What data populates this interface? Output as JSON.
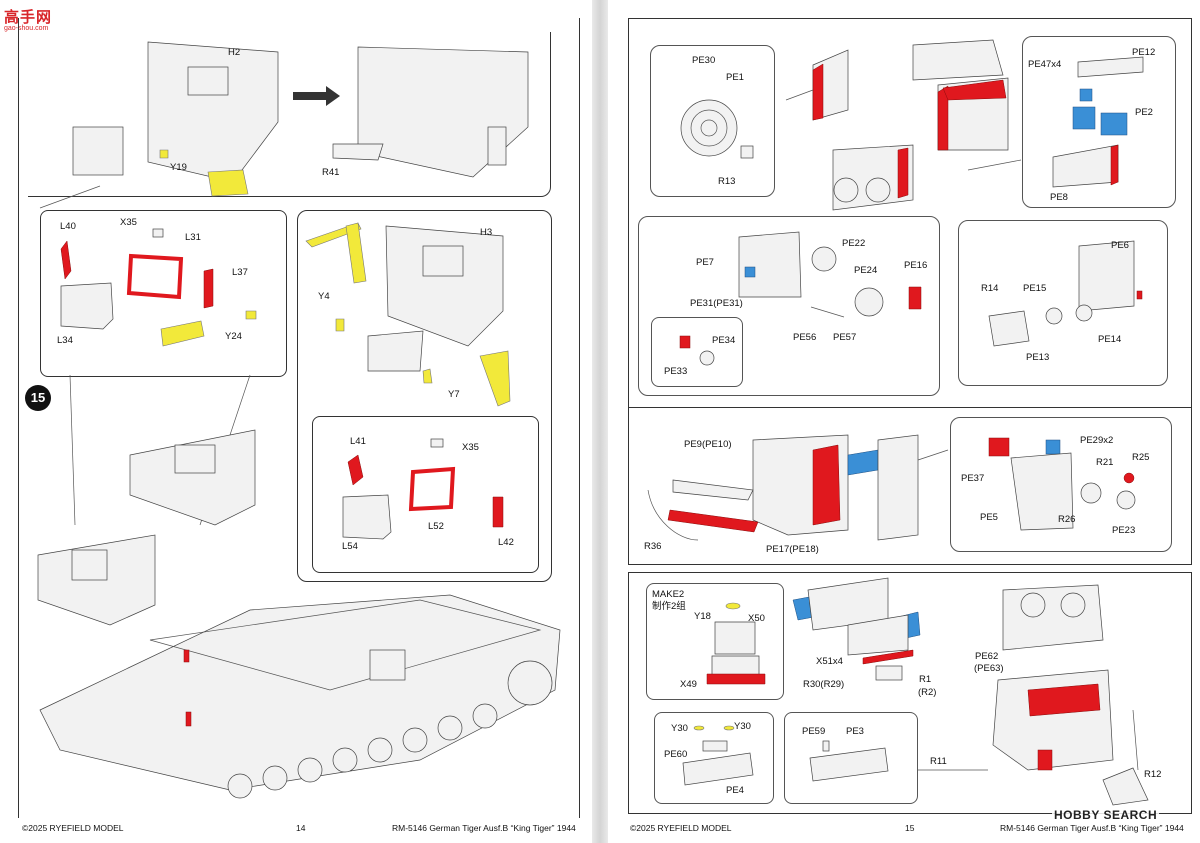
{
  "watermark_top": {
    "text": "高手网",
    "subtext": "gao-shou.com"
  },
  "watermark_bottom": "HOBBY SEARCH",
  "left_page": {
    "step_number": "15",
    "footer": {
      "copyright": "©2025 RYEFIELD MODEL",
      "page": "14",
      "title": "RM-5146 German Tiger Ausf.B “King Tiger” 1944"
    },
    "labels": {
      "h2": "H2",
      "y19": "Y19",
      "r41": "R41",
      "l40": "L40",
      "x35a": "X35",
      "l31": "L31",
      "l37": "L37",
      "l34": "L34",
      "y24": "Y24",
      "h3": "H3",
      "y4": "Y4",
      "y7": "Y7",
      "l41": "L41",
      "x35b": "X35",
      "l52": "L52",
      "l54": "L54",
      "l42": "L42"
    }
  },
  "right_page": {
    "footer": {
      "copyright": "©2025 RYEFIELD MODEL",
      "page": "15",
      "title": "RM-5146 German Tiger Ausf.B “King Tiger” 1944"
    },
    "labels": {
      "pe30": "PE30",
      "pe1": "PE1",
      "r13": "R13",
      "pe47x4": "PE47x4",
      "pe12": "PE12",
      "pe2": "PE2",
      "pe8": "PE8",
      "pe7": "PE7",
      "pe22": "PE22",
      "pe24": "PE24",
      "pe16": "PE16",
      "pe31": "PE31(PE31)",
      "pe56": "PE56",
      "pe57": "PE57",
      "pe34": "PE34",
      "pe33": "PE33",
      "pe6": "PE6",
      "r14": "R14",
      "pe15": "PE15",
      "pe13": "PE13",
      "pe14": "PE14",
      "pe9": "PE9(PE10)",
      "r36": "R36",
      "pe17": "PE17(PE18)",
      "pe37": "PE37",
      "pe29x2": "PE29x2",
      "r21": "R21",
      "r25": "R25",
      "pe5": "PE5",
      "r26": "R26",
      "pe23": "PE23",
      "make2_en": "MAKE2",
      "make2_cn": "制作2组",
      "y18": "Y18",
      "x50": "X50",
      "x49": "X49",
      "x51x4": "X51x4",
      "r30": "R30(R29)",
      "r1": "R1",
      "r2": "(R2)",
      "y30a": "Y30",
      "y30b": "Y30",
      "pe60": "PE60",
      "pe4": "PE4",
      "pe59": "PE59",
      "pe3": "PE3",
      "pe62": "PE62",
      "pe63": "(PE63)",
      "r11": "R11",
      "r12": "R12"
    }
  }
}
